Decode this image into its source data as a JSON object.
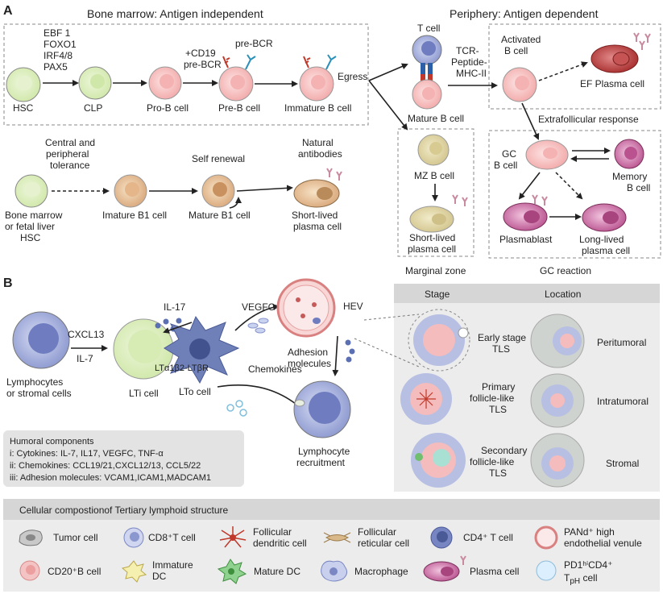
{
  "panel_a": {
    "letter": "A",
    "bm_title": "Bone marrow: Antigen independent",
    "periph_title": "Periphery: Antigen dependent",
    "tf": [
      "EBF 1",
      "FOXO1",
      "IRF4/8",
      "PAX5"
    ],
    "hsc": "HSC",
    "clp": "CLP",
    "prob": "Pro-B cell",
    "preb": "Pre-B cell",
    "immb": "Immature B cell",
    "cd19": [
      "+CD19",
      "pre-BCR"
    ],
    "prebcr_top": "pre-BCR",
    "egress": "Egress",
    "tcell": "T cell",
    "tcr": [
      "TCR-",
      "Peptide-",
      "MHC-II"
    ],
    "matureb": "Mature B cell",
    "activated": [
      "Activated",
      "B cell"
    ],
    "efplasma": "EF Plasma cell",
    "extrafoll": "Extrafollicular response",
    "gcb": [
      "GC",
      "B cell"
    ],
    "memory": [
      "Memory",
      "B cell"
    ],
    "plasmablast": "Plasmablast",
    "longlived": [
      "Long-lived",
      "plasma cell"
    ],
    "gcreaction": "GC reaction",
    "mzb": "MZ B cell",
    "shortlived_mz": [
      "Short-lived",
      "plasma cell"
    ],
    "marginal": "Marginal zone",
    "central": [
      "Central and",
      "peripheral",
      "tolerance"
    ],
    "selfrenewal": "Self renewal",
    "natural": [
      "Natural",
      "antibodies"
    ],
    "bmfl": [
      "Bone marrow",
      "or fetal liver",
      "HSC"
    ],
    "imb1": "Imature B1 cell",
    "matb1": "Mature B1 cell",
    "shortlived_b1": [
      "Short-lived",
      "plasma cell"
    ]
  },
  "panel_b": {
    "letter": "B",
    "lymph": [
      "Lymphocytes",
      "or stromal cells"
    ],
    "cxcl13": [
      "CXCL13",
      "IL-7"
    ],
    "il17": "IL-17",
    "vegfc": "VEGFC",
    "hev": "HEV",
    "ltab": "LTα1β2-LTβR",
    "lti": "LTi cell",
    "lto": "LTo cell",
    "adhesion": [
      "Adhesion",
      "molecules"
    ],
    "chemokines": "Chemokines",
    "recruit": [
      "Lymphocyte",
      "recruitment"
    ],
    "humoral_title": "Humoral components",
    "humoral": [
      "i:  Cytokines: IL-7, IL17, VEGFC, TNF-α",
      "ii: Chemokines: CCL19/21,CXCL12/13, CCL5/22",
      "iii: Adhesion molecules: VCAM1,ICAM1,MADCAM1"
    ],
    "stage_h": "Stage",
    "location_h": "Location",
    "early": [
      "Early stage",
      "TLS"
    ],
    "primary": [
      "Primary",
      "follicle-like",
      "TLS"
    ],
    "secondary": [
      "Secondary",
      "follicle-like",
      "TLS"
    ],
    "peri": "Peritumoral",
    "intra": "Intratumoral",
    "stromal": "Stromal"
  },
  "legend": {
    "title": "Cellular compostionof Tertiary lymphoid structure",
    "tumor": "Tumor cell",
    "cd8": "CD8⁺T cell",
    "fdc": [
      "Follicular",
      "dendritic cell"
    ],
    "frc": [
      "Follicular",
      "reticular cell"
    ],
    "cd4": "CD4⁺ T cell",
    "pnad": [
      "PANd⁺ high",
      "endothelial venule"
    ],
    "cd20": "CD20⁺B cell",
    "immdc": [
      "Immature",
      "DC"
    ],
    "maturedc": "Mature DC",
    "macro": "Macrophage",
    "plasma": "Plasma cell",
    "tph1": "PD1ʰⁱCD4⁺",
    "tph2": "T",
    "tph_sub": "pH",
    "tph3": " cell"
  }
}
